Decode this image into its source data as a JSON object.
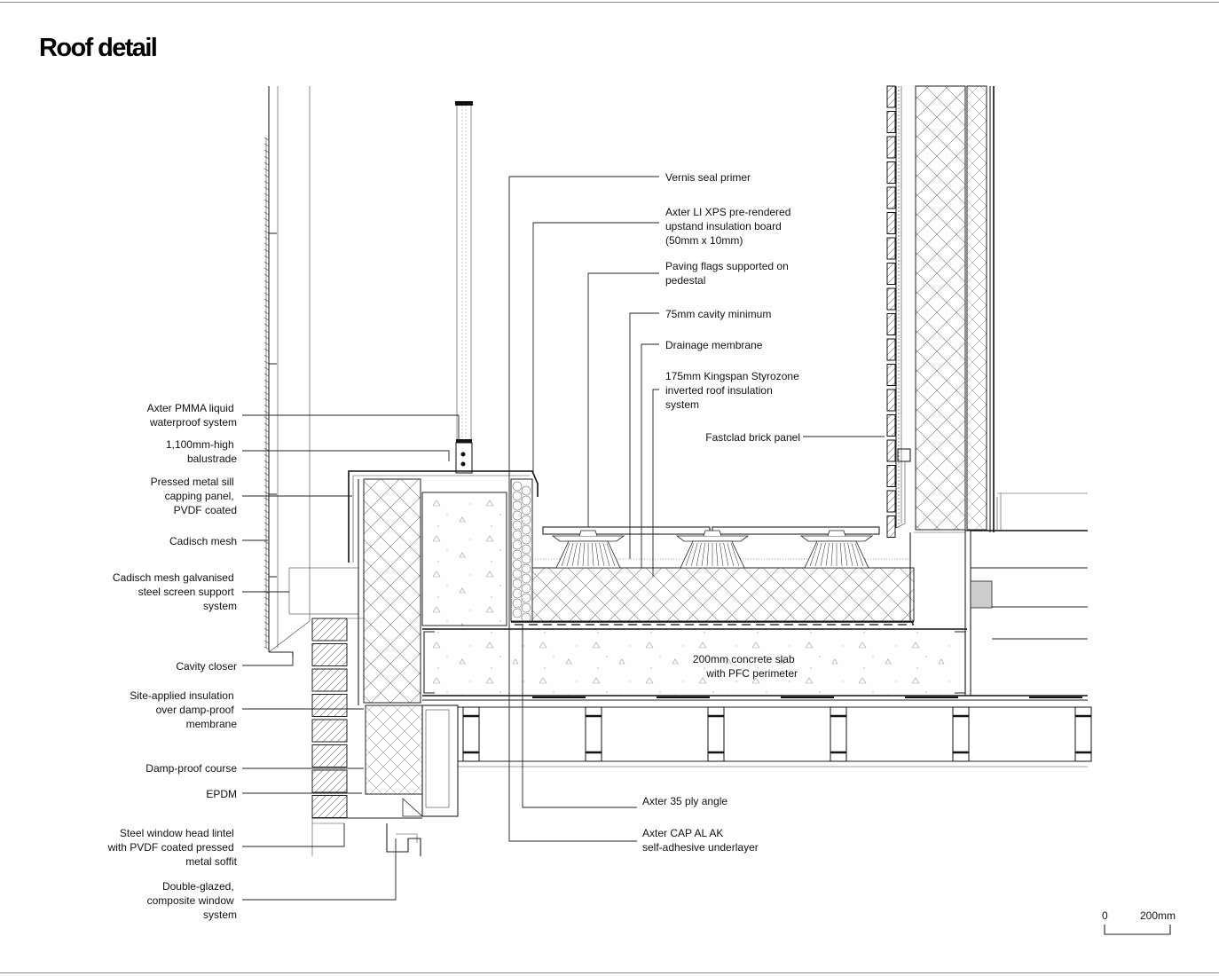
{
  "title": "Roof detail",
  "labels_left": {
    "pmma": [
      "Axter PMMA liquid",
      "waterproof system"
    ],
    "balustrade": [
      "1,100mm-high",
      "balustrade"
    ],
    "sill": [
      "Pressed metal sill",
      "capping panel,",
      "PVDF coated"
    ],
    "mesh": [
      "Cadisch mesh"
    ],
    "screen": [
      "Cadisch mesh galvanised",
      "steel screen support",
      "system"
    ],
    "closer": [
      "Cavity closer"
    ],
    "siteins": [
      "Site-applied insulation",
      "over damp-proof",
      "membrane"
    ],
    "dpc": [
      "Damp-proof course"
    ],
    "epdm": [
      "EPDM"
    ],
    "lintel": [
      "Steel window head lintel",
      "with PVDF coated pressed",
      "metal soffit"
    ],
    "window": [
      "Double-glazed,",
      "composite window",
      "system"
    ]
  },
  "labels_right": {
    "vernis": [
      "Vernis seal primer"
    ],
    "xps": [
      "Axter LI XPS pre-rendered",
      "upstand insulation board",
      "(50mm x 10mm)"
    ],
    "paving": [
      "Paving flags supported on",
      "pedestal"
    ],
    "cavity": [
      "75mm cavity minimum"
    ],
    "drainage": [
      "Drainage membrane"
    ],
    "kingspan": [
      "175mm Kingspan Styrozone",
      "inverted roof insulation",
      "system"
    ],
    "fastclad": [
      "Fastclad brick panel"
    ],
    "slab": [
      "200mm concrete slab",
      "with PFC perimeter"
    ],
    "ply": [
      "Axter 35 ply angle"
    ],
    "cap": [
      "Axter CAP AL AK",
      "self-adhesive underlayer"
    ]
  },
  "scale_bar": {
    "start": "0",
    "end": "200mm"
  }
}
